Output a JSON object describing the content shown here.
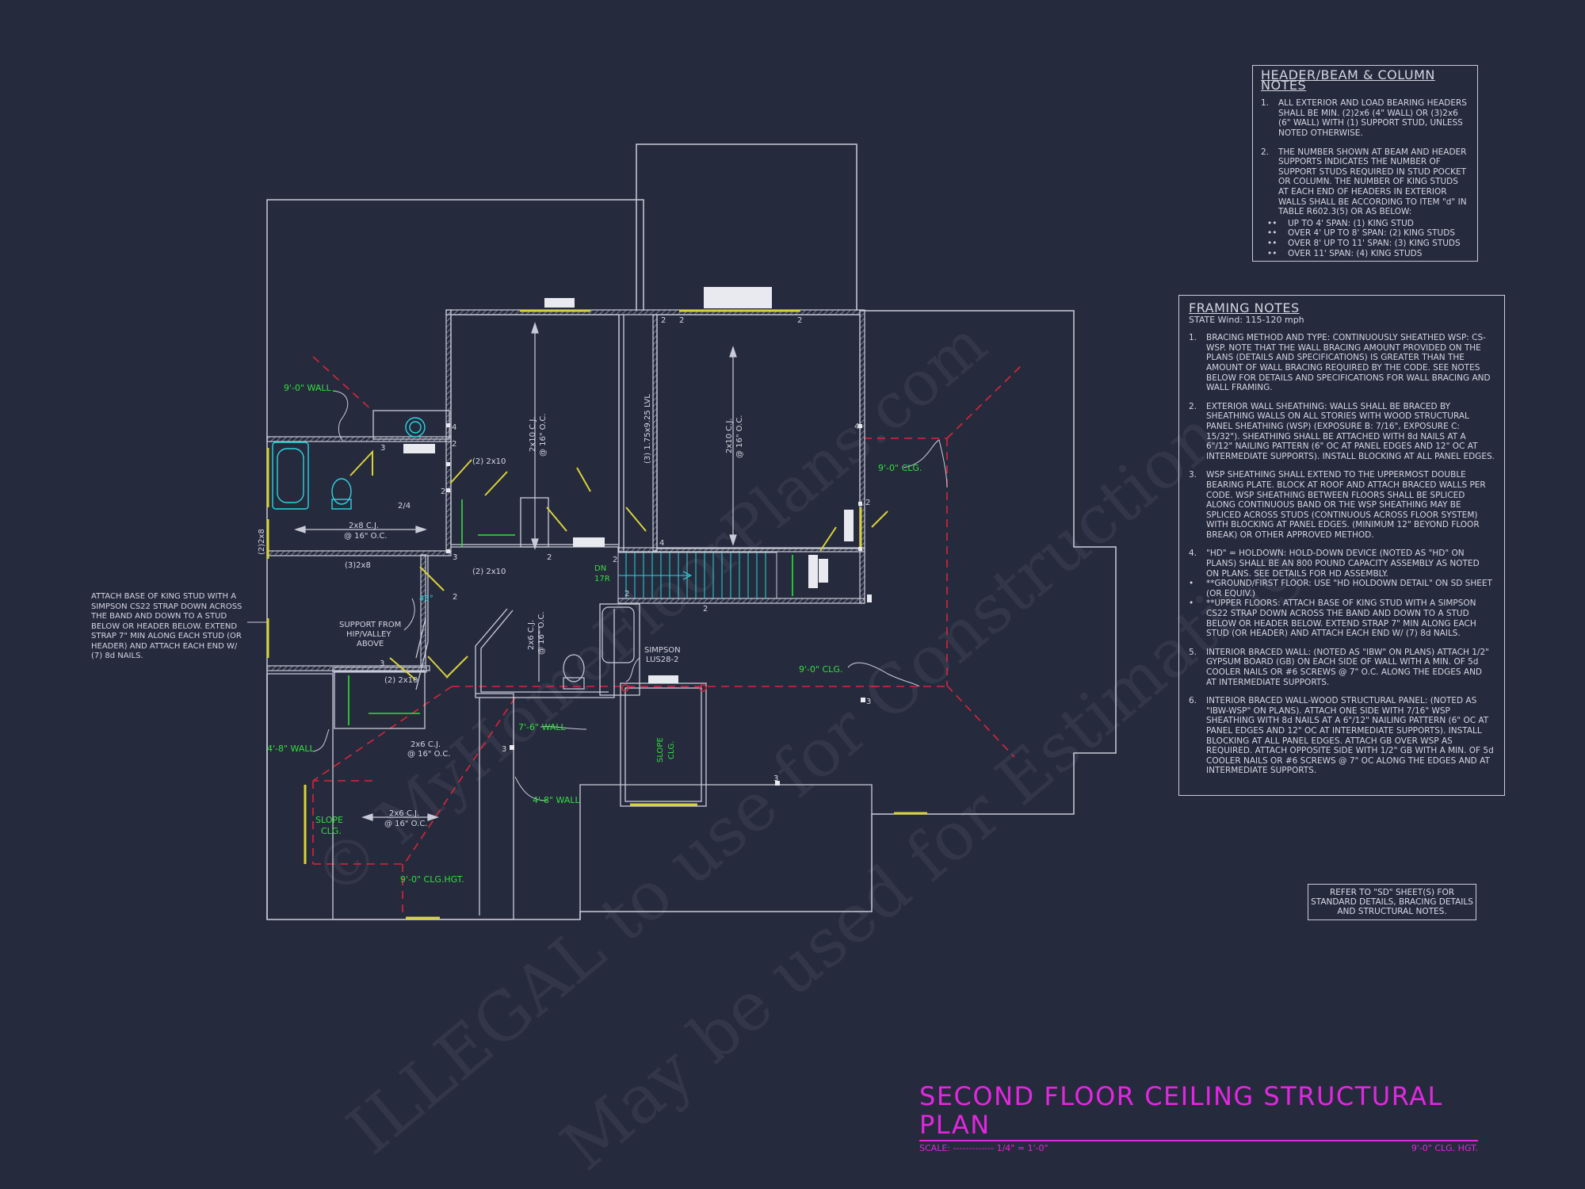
{
  "watermark": {
    "line1": "© MyHomeFloorPlans.com",
    "line2": "ILLEGAL to use for Construction",
    "line3": "May be used for Estimating"
  },
  "header_notes": {
    "title": "HEADER/BEAM & COLUMN NOTES",
    "items": [
      {
        "num": "1.",
        "text": "ALL EXTERIOR AND LOAD BEARING HEADERS SHALL BE MIN. (2)2x6 (4\" WALL) OR (3)2x6 (6\" WALL) WITH (1) SUPPORT STUD, UNLESS NOTED OTHERWISE."
      },
      {
        "num": "2.",
        "text": "THE NUMBER SHOWN AT BEAM AND HEADER SUPPORTS INDICATES THE NUMBER OF SUPPORT STUDS REQUIRED IN STUD POCKET OR COLUMN. THE NUMBER OF KING STUDS AT EACH END OF HEADERS IN EXTERIOR WALLS SHALL BE ACCORDING TO ITEM \"d\" IN TABLE R602.3(5) OR AS BELOW:"
      }
    ],
    "bullets": [
      {
        "dot": "••",
        "text": "UP TO 4' SPAN: (1) KING STUD"
      },
      {
        "dot": "••",
        "text": "OVER 4' UP TO 8' SPAN: (2) KING STUDS"
      },
      {
        "dot": "••",
        "text": "OVER 8' UP TO 11' SPAN: (3) KING STUDS"
      },
      {
        "dot": "••",
        "text": "OVER 11' SPAN: (4) KING STUDS"
      }
    ]
  },
  "framing_notes": {
    "title": "FRAMING NOTES",
    "subtitle": "STATE Wind: 115-120 mph",
    "items": [
      {
        "num": "1.",
        "text": "BRACING METHOD AND TYPE: CONTINUOUSLY SHEATHED WSP: CS-WSP. NOTE THAT THE WALL BRACING AMOUNT PROVIDED ON THE PLANS (DETAILS AND SPECIFICATIONS) IS GREATER THAN THE AMOUNT OF WALL BRACING REQUIRED BY THE CODE. SEE NOTES BELOW FOR DETAILS AND SPECIFICATIONS FOR WALL BRACING AND WALL FRAMING."
      },
      {
        "num": "2.",
        "text": "EXTERIOR WALL SHEATHING: WALLS SHALL BE BRACED BY SHEATHING WALLS ON ALL STORIES WITH WOOD STRUCTURAL PANEL SHEATHING (WSP) (EXPOSURE B: 7/16\", EXPOSURE C: 15/32\"). SHEATHING SHALL BE ATTACHED WITH 8d NAILS AT A 6\"/12\" NAILING PATTERN (6\" OC AT PANEL EDGES AND 12\" OC AT INTERMEDIATE SUPPORTS). INSTALL BLOCKING AT ALL PANEL EDGES."
      },
      {
        "num": "3.",
        "text": "WSP SHEATHING SHALL EXTEND TO THE UPPERMOST DOUBLE BEARING PLATE. BLOCK AT ROOF AND ATTACH BRACED WALLS PER CODE. WSP SHEATHING BETWEEN FLOORS SHALL BE SPLICED ALONG CONTINUOUS BAND OR THE WSP SHEATHING MAY BE SPLICED ACROSS STUDS (CONTINUOUS ACROSS FLOOR SYSTEM) WITH BLOCKING AT PANEL EDGES. (MINIMUM 12\" BEYOND FLOOR BREAK) OR OTHER APPROVED METHOD."
      },
      {
        "num": "4.",
        "text": "\"HD\" = HOLDOWN: HOLD-DOWN DEVICE (NOTED AS \"HD\" ON PLANS) SHALL BE AN 800 POUND CAPACITY ASSEMBLY AS NOTED ON PLANS. SEE DETAILS FOR HD ASSEMBLY."
      }
    ],
    "subitems": [
      {
        "dot": "•",
        "text": "**GROUND/FIRST FLOOR: USE \"HD HOLDOWN DETAIL\" ON SD SHEET (OR EQUIV.)"
      },
      {
        "dot": "•",
        "text": "**UPPER FLOORS: ATTACH BASE OF KING STUD WITH A SIMPSON CS22 STRAP DOWN ACROSS THE BAND AND DOWN TO A STUD BELOW OR HEADER BELOW. EXTEND STRAP 7\" MIN ALONG EACH STUD (OR HEADER) AND ATTACH EACH END W/ (7) 8d NAILS."
      }
    ],
    "items2": [
      {
        "num": "5.",
        "text": "INTERIOR BRACED WALL: (NOTED AS \"IBW\" ON PLANS) ATTACH 1/2\" GYPSUM BOARD (GB) ON EACH SIDE OF WALL WITH A MIN. OF 5d COOLER NAILS OR #6 SCREWS @ 7\" O.C. ALONG THE EDGES AND AT INTERMEDIATE SUPPORTS."
      },
      {
        "num": "6.",
        "text": "INTERIOR BRACED WALL-WOOD STRUCTURAL PANEL: (NOTED AS \"IBW-WSP\" ON PLANS). ATTACH ONE SIDE WITH 7/16\" WSP SHEATHING WITH 8d NAILS AT A 6\"/12\" NAILING PATTERN (6\" OC AT PANEL EDGES AND 12\" OC AT INTERMEDIATE SUPPORTS). INSTALL BLOCKING AT ALL PANEL EDGES. ATTACH GB OVER WSP AS REQUIRED. ATTACH OPPOSITE SIDE WITH 1/2\" GB WITH A MIN. OF 5d COOLER NAILS OR #6 SCREWS @ 7\" OC ALONG THE EDGES AND AT INTERMEDIATE SUPPORTS."
      }
    ]
  },
  "refer_note": "REFER TO \"SD\" SHEET(S) FOR STANDARD DETAILS, BRACING DETAILS AND STRUCTURAL NOTES.",
  "attach_note": "ATTACH BASE OF KING STUD WITH A SIMPSON CS22 STRAP DOWN ACROSS THE BAND AND DOWN TO A STUD BELOW OR HEADER BELOW. EXTEND STRAP 7\" MIN ALONG EACH STUD (OR HEADER) AND ATTACH EACH END W/ (7) 8d NAILS.",
  "title_block": {
    "title": "SECOND FLOOR CEILING STRUCTURAL PLAN",
    "scale": "SCALE: ------------- 1/4\" = 1'-0\"",
    "height": "9'-0\" CLG. HGT."
  },
  "plan_labels": {
    "wall_9_0": "9'-0\" WALL",
    "clg_9_0_right": "9'-0\" CLG.",
    "clg_9_0_mid": "9'-0\" CLG.",
    "wall_4_8_left": "4'-8\" WALL",
    "wall_4_8_mid": "4'-8\" WALL",
    "wall_7_6": "7'-6\" WALL",
    "slope_clg_left_1": "SLOPE",
    "slope_clg_left_2": "CLG.",
    "slope_clg_mid_1": "SLOPE",
    "slope_clg_mid_2": "CLG.",
    "clg_hgt_9_0": "9'-0\" CLG.HGT.",
    "angle_45": "45°",
    "dn": "DN",
    "n17r": "17R",
    "cj_2x8": "2x8 C.J.",
    "cj_2x8_oc": "@ 16\" O.C.",
    "hdr_3_2x8": "(3)2x8",
    "hdr_2_2x8": "(2)2x8",
    "hdr_2_2x10_a": "(2) 2x10",
    "hdr_2_2x10_b": "(2) 2x10",
    "hdr_2_2x10_c": "(2) 2x10",
    "cj_2x6_a": "2x6 C.J.",
    "cj_2x6_a_oc": "@ 16\" O.C.",
    "cj_2x6_b": "2x6 C.J.",
    "cj_2x6_b_oc": "@ 16\" O.C.",
    "cj_2x6_vert": "2x6 C.J.",
    "cj_2x6_vert_oc": "@ 16\" O.C.",
    "cj_2x10_left": "2x10 C.J.",
    "cj_2x10_left_oc": "@ 16\" O.C.",
    "cj_2x10_right": "2x10 C.J.",
    "cj_2x10_right_oc": "@ 16\" O.C.",
    "lvl": "(3) 1.75x9.25 LVL",
    "support_1": "SUPPORT FROM",
    "support_2": "HIP/VALLEY",
    "support_3": "ABOVE",
    "simpson_1": "SIMPSON",
    "simpson_2": "LUS28-2",
    "ratio_2_4": "2/4",
    "n2_a": "2",
    "n2_b": "2",
    "n2_c": "2",
    "n2_d": "2",
    "n2_e": "2",
    "n2_f": "2",
    "n2_g": "2",
    "n2_h": "2",
    "n2_i": "2",
    "n2_j": "2",
    "n2_k": "2",
    "n3_a": "3",
    "n3_b": "3",
    "n3_c": "3",
    "n3_d": "3",
    "n3_e": "3",
    "n3_f": "3",
    "n4_a": "4",
    "n4_b": "4",
    "n4_c": "4"
  },
  "colors": {
    "background": "#262a3d",
    "wall": "#c9ccd8",
    "label_green": "#2fe03b",
    "title_magenta": "#e227e0",
    "hip_red": "#d9263a",
    "window_yellow": "#d8d23a",
    "fixture_cyan": "#2bd4e0"
  }
}
